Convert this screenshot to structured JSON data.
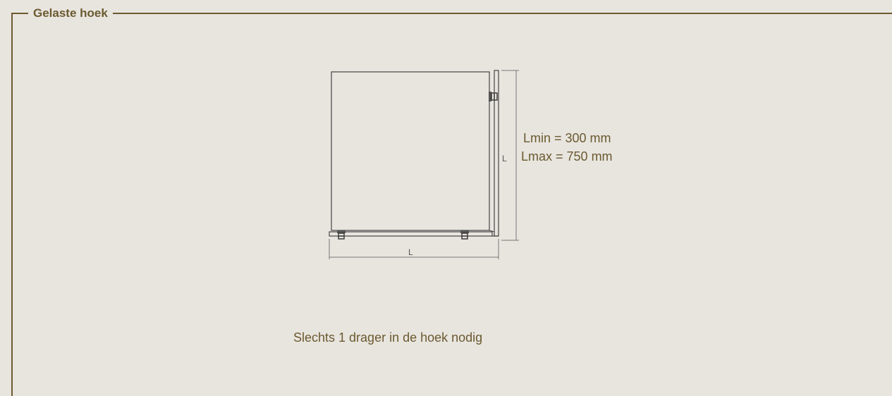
{
  "section": {
    "title": "Gelaste hoek",
    "lmin": "Lmin = 300 mm",
    "lmax": "Lmax = 750 mm",
    "caption": "Slechts 1 drager in de hoek nodig"
  },
  "diagram": {
    "horizontal_label": "L",
    "vertical_label": "L"
  },
  "colors": {
    "accent": "#6b5a30",
    "background": "#e8e5df",
    "line": "#3c3c3c"
  }
}
